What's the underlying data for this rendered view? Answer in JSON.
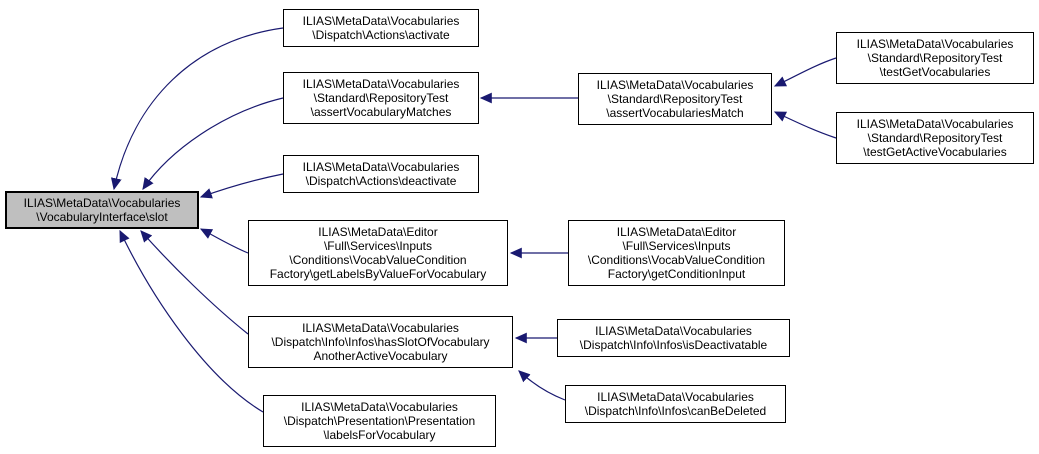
{
  "diagram": {
    "type": "call-graph",
    "edge_color": "#191970",
    "node_fill": "#ffffff",
    "highlight_fill": "#bfbfbf",
    "border_color": "#000000",
    "nodes": {
      "slot": {
        "highlighted": true,
        "lines": [
          "ILIAS\\MetaData\\Vocabularies",
          "\\VocabularyInterface\\slot"
        ]
      },
      "activate": {
        "lines": [
          "ILIAS\\MetaData\\Vocabularies",
          "\\Dispatch\\Actions\\activate"
        ]
      },
      "assert_vocabulary_matches": {
        "lines": [
          "ILIAS\\MetaData\\Vocabularies",
          "\\Standard\\RepositoryTest",
          "\\assertVocabularyMatches"
        ]
      },
      "deactivate": {
        "lines": [
          "ILIAS\\MetaData\\Vocabularies",
          "\\Dispatch\\Actions\\deactivate"
        ]
      },
      "get_labels_by_value": {
        "lines": [
          "ILIAS\\MetaData\\Editor",
          "\\Full\\Services\\Inputs",
          "\\Conditions\\VocabValueCondition",
          "Factory\\getLabelsByValueForVocabulary"
        ]
      },
      "has_slot_of_vocabulary": {
        "lines": [
          "ILIAS\\MetaData\\Vocabularies",
          "\\Dispatch\\Info\\Infos\\hasSlotOfVocabulary",
          "AnotherActiveVocabulary"
        ]
      },
      "labels_for_vocabulary": {
        "lines": [
          "ILIAS\\MetaData\\Vocabularies",
          "\\Dispatch\\Presentation\\Presentation",
          "\\labelsForVocabulary"
        ]
      },
      "assert_vocabularies_match": {
        "lines": [
          "ILIAS\\MetaData\\Vocabularies",
          "\\Standard\\RepositoryTest",
          "\\assertVocabulariesMatch"
        ]
      },
      "get_condition_input": {
        "lines": [
          "ILIAS\\MetaData\\Editor",
          "\\Full\\Services\\Inputs",
          "\\Conditions\\VocabValueCondition",
          "Factory\\getConditionInput"
        ]
      },
      "is_deactivatable": {
        "lines": [
          "ILIAS\\MetaData\\Vocabularies",
          "\\Dispatch\\Info\\Infos\\isDeactivatable"
        ]
      },
      "can_be_deleted": {
        "lines": [
          "ILIAS\\MetaData\\Vocabularies",
          "\\Dispatch\\Info\\Infos\\canBeDeleted"
        ]
      },
      "test_get_vocabularies": {
        "lines": [
          "ILIAS\\MetaData\\Vocabularies",
          "\\Standard\\RepositoryTest",
          "\\testGetVocabularies"
        ]
      },
      "test_get_active_vocabularies": {
        "lines": [
          "ILIAS\\MetaData\\Vocabularies",
          "\\Standard\\RepositoryTest",
          "\\testGetActiveVocabularies"
        ]
      }
    },
    "edges": [
      {
        "from": "activate",
        "to": "slot"
      },
      {
        "from": "assert_vocabulary_matches",
        "to": "slot"
      },
      {
        "from": "deactivate",
        "to": "slot"
      },
      {
        "from": "get_labels_by_value",
        "to": "slot"
      },
      {
        "from": "has_slot_of_vocabulary",
        "to": "slot"
      },
      {
        "from": "labels_for_vocabulary",
        "to": "slot"
      },
      {
        "from": "assert_vocabularies_match",
        "to": "assert_vocabulary_matches"
      },
      {
        "from": "test_get_vocabularies",
        "to": "assert_vocabularies_match"
      },
      {
        "from": "test_get_active_vocabularies",
        "to": "assert_vocabularies_match"
      },
      {
        "from": "get_condition_input",
        "to": "get_labels_by_value"
      },
      {
        "from": "is_deactivatable",
        "to": "has_slot_of_vocabulary"
      },
      {
        "from": "can_be_deleted",
        "to": "has_slot_of_vocabulary"
      }
    ]
  }
}
